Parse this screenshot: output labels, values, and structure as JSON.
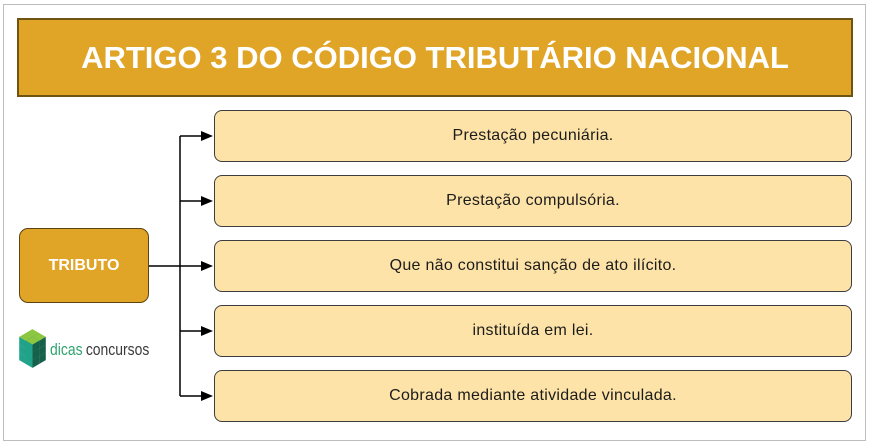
{
  "title": "ARTIGO 3 DO CÓDIGO TRIBUTÁRIO NACIONAL",
  "root": "TRIBUTO",
  "items": [
    "Prestação pecuniária.",
    "Prestação compulsória.",
    "Que não constitui sanção de ato ilícito.",
    "instituída em lei.",
    "Cobrada mediante atividade vinculada."
  ],
  "logo": {
    "part1": "dicas",
    "part2": "concursos",
    "icon": "cubes-logo-icon"
  },
  "colors": {
    "title_fill": "#E0A427",
    "root_fill": "#E0A427",
    "item_fill": "#FDE3A7",
    "connector": "#000000",
    "logo_light": "#8DC63F",
    "logo_teal": "#1FA38A",
    "logo_dark": "#17614C",
    "logo_text_green": "#2FA36E"
  }
}
